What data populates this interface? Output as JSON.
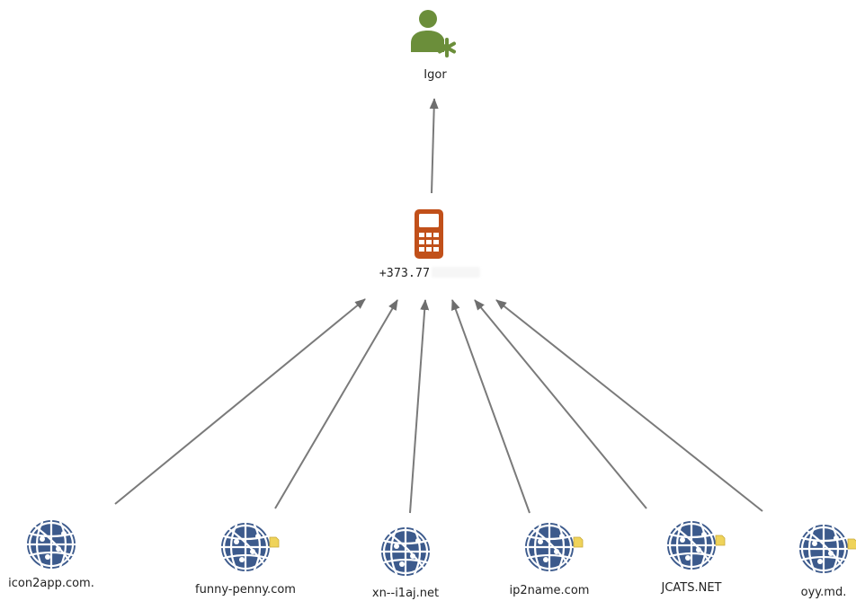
{
  "person": {
    "label": "Igor",
    "icon": "person-asterisk-icon",
    "color": "#6b8e3a"
  },
  "phone": {
    "label": "+373.77",
    "icon": "mobile-phone-icon",
    "color": "#c1501a"
  },
  "domains": [
    {
      "label": "icon2app.com.",
      "icon": "globe-icon",
      "note": false
    },
    {
      "label": "funny-penny.com",
      "icon": "globe-icon",
      "note": true
    },
    {
      "label": "xn--i1aj.net",
      "icon": "globe-icon",
      "note": false
    },
    {
      "label": "ip2name.com",
      "icon": "globe-icon",
      "note": true
    },
    {
      "label": "JCATS.NET",
      "icon": "globe-icon",
      "note": true
    },
    {
      "label": "oyy.md.",
      "icon": "globe-icon",
      "note": true
    }
  ],
  "colors": {
    "edge": "#7a7a7a",
    "globe": "#3c5a8c",
    "note": "#efd35a"
  }
}
